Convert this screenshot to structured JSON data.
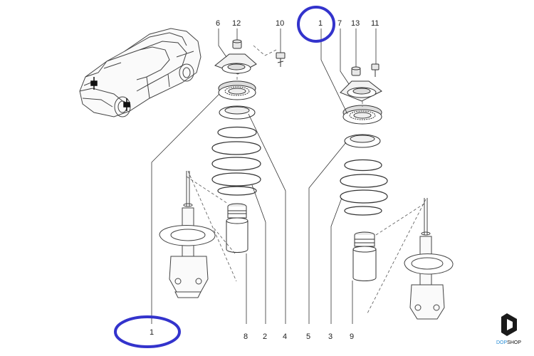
{
  "callouts": {
    "n1_bottom": "1",
    "n8": "8",
    "n2": "2",
    "n4": "4",
    "n5": "5",
    "n3": "3",
    "n9": "9",
    "n6": "6",
    "n12": "12",
    "n10": "10",
    "n1_top": "1",
    "n7": "7",
    "n13": "13",
    "n11": "11"
  },
  "highlight_color": "#3333cc",
  "logo": {
    "prefix": "DOP",
    "suffix": "SHOP",
    "accent": "#2a8fd6"
  }
}
